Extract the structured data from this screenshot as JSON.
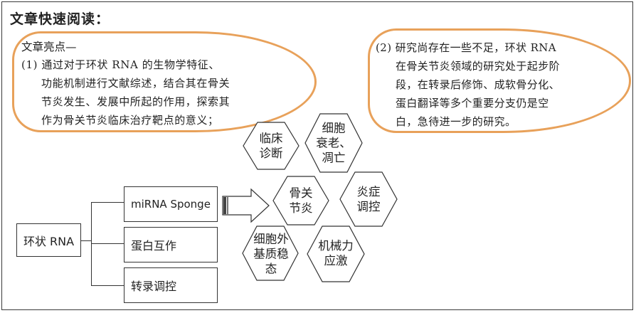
{
  "page_title": "文章快速阅读：",
  "highlights": {
    "heading": "文章亮点—",
    "point1_lines": [
      "(1) 通过对于环状 RNA 的生物学特征、",
      "功能机制进行文献综述，结合其在骨关",
      "节炎发生、发展中所起的作用，探索其",
      "作为骨关节炎临床治疗靶点的意义；"
    ],
    "point2_lines": [
      "(2) 研究尚存在一些不足，环状 RNA",
      "在骨关节炎领域的研究处于起步阶",
      "段，在转录后修饰、成软骨分化、",
      "蛋白翻译等多个重要分支仍是空",
      "白，急待进一步的研究。"
    ]
  },
  "root": "环状 RNA",
  "mechanisms": [
    "miRNA Sponge",
    "蛋白互作",
    "转录调控"
  ],
  "center_node": [
    "骨关",
    "节炎"
  ],
  "outer_nodes": [
    {
      "id": "clinical",
      "lines": [
        "临床",
        "诊断"
      ]
    },
    {
      "id": "senescence",
      "lines": [
        "细胞",
        "衰老、",
        "凋亡"
      ]
    },
    {
      "id": "inflammation",
      "lines": [
        "炎症",
        "调控"
      ]
    },
    {
      "id": "mechanical",
      "lines": [
        "机械力",
        "应激"
      ]
    },
    {
      "id": "ecm",
      "lines": [
        "细胞外",
        "基质稳",
        "态"
      ]
    }
  ],
  "colors": {
    "accent": "#e8a15a",
    "line": "#333333"
  }
}
